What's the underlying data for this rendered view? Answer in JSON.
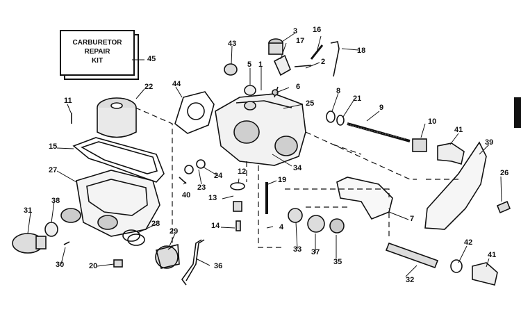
{
  "kit_label": "CARBURETOR\nREPAIR\nKIT",
  "callouts": [
    "1",
    "2",
    "3",
    "4",
    "5",
    "6",
    "7",
    "8",
    "9",
    "10",
    "11",
    "12",
    "13",
    "14",
    "15",
    "16",
    "17",
    "18",
    "19",
    "20",
    "21",
    "22",
    "23",
    "24",
    "25",
    "26",
    "27",
    "28",
    "29",
    "30",
    "31",
    "32",
    "33",
    "34",
    "35",
    "36",
    "37",
    "38",
    "39",
    "40",
    "41",
    "41",
    "42",
    "43",
    "44",
    "45"
  ]
}
